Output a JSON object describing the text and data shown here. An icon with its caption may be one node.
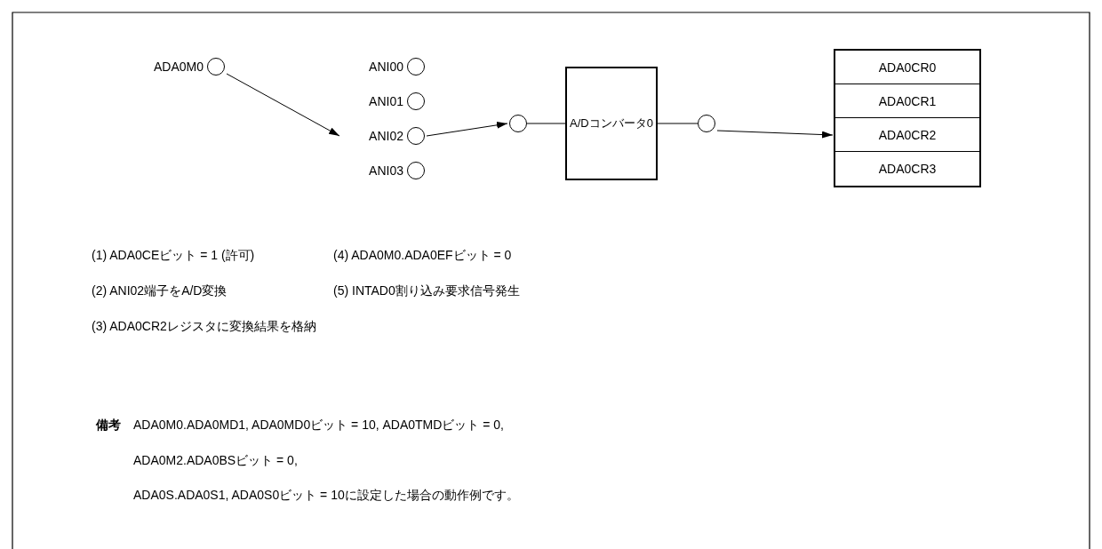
{
  "diagram": {
    "nodes": [
      {
        "text": [],
        "shape": "circle",
        "beside": [
          "ADA0M0"
        ]
      },
      {
        "text": [],
        "shape": "circle",
        "beside": [
          "ANI00"
        ]
      },
      {
        "text": [],
        "shape": "circle",
        "beside": [
          "ANI01"
        ]
      },
      {
        "text": [],
        "shape": "circle",
        "beside": [
          "ANI02"
        ]
      },
      {
        "text": [],
        "shape": "circle",
        "beside": [
          "ANI03"
        ]
      },
      {
        "text": [],
        "shape": "circle"
      },
      {
        "text": [
          "A/Dコンバータ0"
        ]
      },
      {
        "text": [],
        "shape": "circle"
      },
      {
        "text": [],
        "shape": "box"
      },
      {
        "text": [
          "ADA0CR0"
        ],
        "in": 8
      },
      {
        "text": [
          "ADA0CR1"
        ],
        "in": 8
      },
      {
        "text": [
          "ADA0CR2"
        ],
        "in": 8
      },
      {
        "text": [
          "ADA0CR3"
        ],
        "in": 8
      }
    ],
    "edges": [
      {
        "from": 0,
        "to": 3,
        "arrow": "to"
      },
      {
        "from": 3,
        "to": 5,
        "arrow": "to"
      },
      {
        "from": 5,
        "to": 6,
        "arrow": "none"
      },
      {
        "from": 6,
        "to": 7,
        "arrow": "none"
      },
      {
        "from": 7,
        "to": 11,
        "arrow": "to"
      }
    ],
    "labels": [
      "(1) ADA0CEビット = 1 (許可)",
      "(4) ADA0M0.ADA0EFビット = 0",
      "(2) ANI02端子をA/D変換",
      "(5) INTAD0割り込み要求信号発生",
      "(3) ADA0CR2レジスタに変換結果を格納",
      "備考",
      "ADA0M0.ADA0MD1, ADA0MD0ビット = 10, ADA0TMDビット = 0,",
      "ADA0M2.ADA0BSビット = 0,",
      "ADA0S.ADA0S1, ADA0S0ビット = 10に設定した場合の動作例です。"
    ]
  }
}
